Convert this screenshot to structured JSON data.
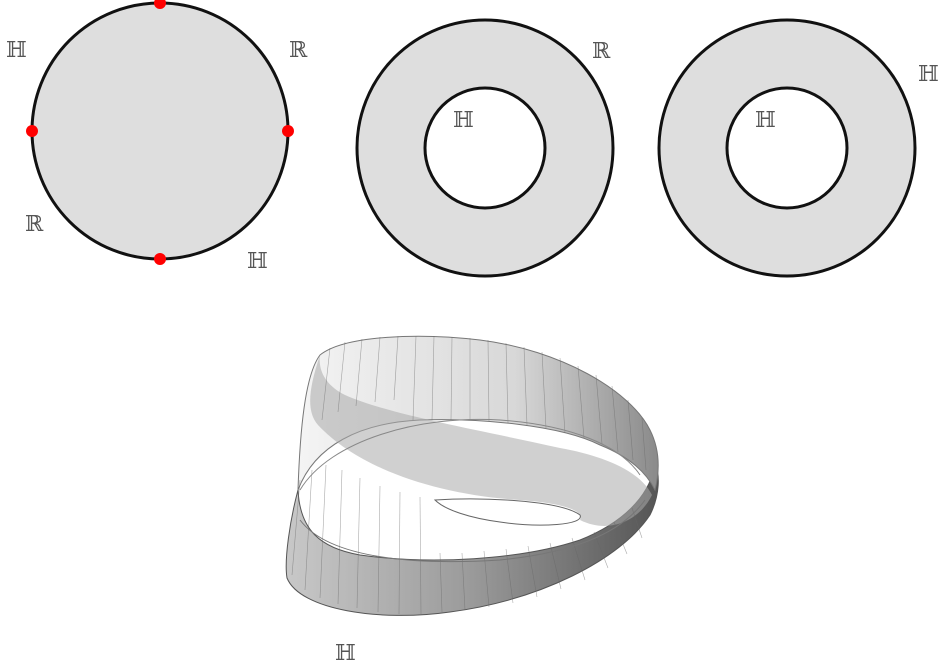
{
  "colors": {
    "fill": "#dedede",
    "stroke": "#111111",
    "marker": "#ff0000",
    "label": "#555555"
  },
  "panels": {
    "disk": {
      "labels": [
        "ℍ",
        "ℝ",
        "ℝ",
        "ℍ"
      ],
      "boundary_points": 4
    },
    "annulus_1": {
      "inner_label": "ℍ",
      "outer_label": "ℝ"
    },
    "annulus_2": {
      "inner_label": "ℍ",
      "outer_label": "ℍ"
    },
    "mobius": {
      "label": "ℍ",
      "icon": "mobius-strip"
    }
  }
}
